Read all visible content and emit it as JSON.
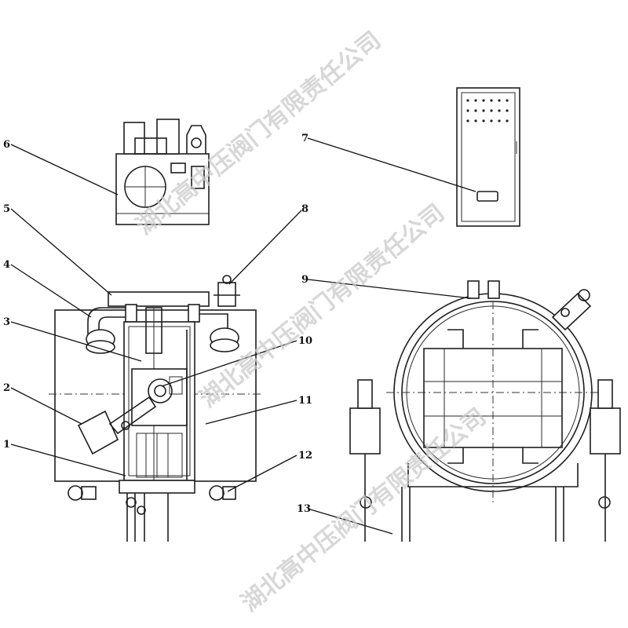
{
  "callouts": [
    "1",
    "2",
    "3",
    "4",
    "5",
    "6",
    "7",
    "8",
    "9",
    "10",
    "11",
    "12",
    "13"
  ],
  "watermark": "湖北高中压阀门有限责任公司"
}
